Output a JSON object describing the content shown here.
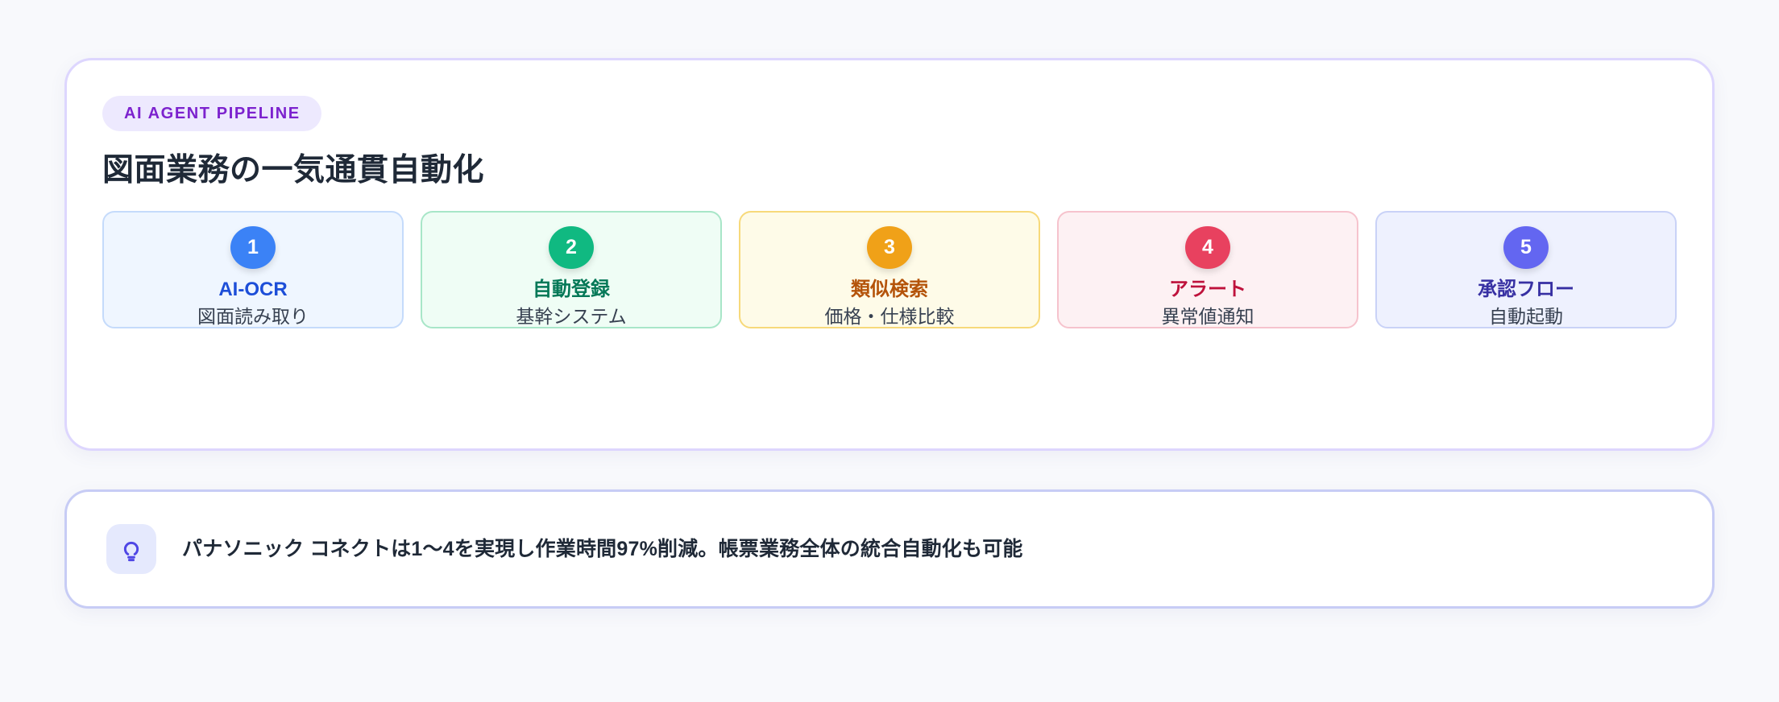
{
  "page": {
    "background_color": "#f8f9fc"
  },
  "pipeline": {
    "badge": "AI AGENT PIPELINE",
    "badge_text_color": "#7c22ce",
    "badge_bg_color": "#ede9fe",
    "title": "図面業務の一気通貫自動化",
    "title_color": "#1f2937",
    "border_color": "#ddd6fe",
    "steps": [
      {
        "number": "1",
        "title": "AI-OCR",
        "subtitle": "図面読み取り",
        "circle_color": "#3b82f6",
        "title_color": "#1d4ed8",
        "card_bg": "#eff6ff",
        "card_border": "#c5dbfb"
      },
      {
        "number": "2",
        "title": "自動登録",
        "subtitle": "基幹システム",
        "circle_color": "#10b981",
        "title_color": "#047857",
        "card_bg": "#effdf5",
        "card_border": "#a8e6c8"
      },
      {
        "number": "3",
        "title": "類似検索",
        "subtitle": "価格・仕様比較",
        "circle_color": "#f0a118",
        "title_color": "#b45309",
        "card_bg": "#fefbe8",
        "card_border": "#f7d97a"
      },
      {
        "number": "4",
        "title": "アラート",
        "subtitle": "異常値通知",
        "circle_color": "#e8415f",
        "title_color": "#be123c",
        "card_bg": "#fdf1f3",
        "card_border": "#f6c3cd"
      },
      {
        "number": "5",
        "title": "承認フロー",
        "subtitle": "自動起動",
        "circle_color": "#6366f1",
        "title_color": "#3730a3",
        "card_bg": "#eef1fe",
        "card_border": "#c9d2f7"
      }
    ]
  },
  "note": {
    "icon": "lightbulb-icon",
    "icon_color": "#4f46e5",
    "icon_bg": "#e5e9fd",
    "text": "パナソニック コネクトは1〜4を実現し作業時間97%削減。帳票業務全体の統合自動化も可能",
    "border_color": "#c7ccf5"
  }
}
